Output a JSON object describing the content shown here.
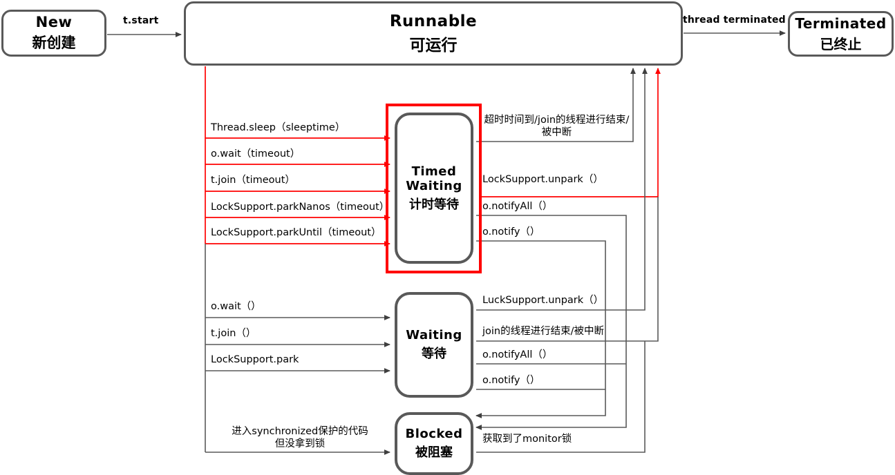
{
  "diagram": {
    "title": "Java Thread State Transition Diagram",
    "colors": {
      "node_border": "#595959",
      "line_black": "#595959",
      "line_red": "#ff0000",
      "highlight": "#ff0000",
      "background": "#ffffff",
      "text": "#000000"
    },
    "nodes": [
      {
        "id": "new",
        "en": "New",
        "zh": "新创建"
      },
      {
        "id": "runnable",
        "en": "Runnable",
        "zh": "可运行"
      },
      {
        "id": "terminated",
        "en": "Terminated",
        "zh": "已终止"
      },
      {
        "id": "timed",
        "en": "Timed Waiting",
        "en_line1": "Timed",
        "en_line2": "Waiting",
        "zh": "计时等待"
      },
      {
        "id": "waiting",
        "en": "Waiting",
        "zh": "等待"
      },
      {
        "id": "blocked",
        "en": "Blocked",
        "zh": "被阻塞"
      }
    ],
    "edge_labels": {
      "start": "t.start",
      "terminated": "thread terminated",
      "to_timed": [
        "Thread.sleep（sleeptime）",
        "o.wait（timeout）",
        "t.join（timeout）",
        "LockSupport.parkNanos（timeout）",
        "LockSupport.parkUntil（timeout）"
      ],
      "from_timed": [
        "超时时间到/join的线程进行结束/",
        "被中断",
        "LockSupport.unpark（）",
        "o.notifyAll（）",
        "o.notify（）"
      ],
      "from_timed_multiline_1": "超时时间到/join的线程进行结束/\n被中断",
      "to_waiting": [
        "o.wait（）",
        "t.join（）",
        "LockSupport.park"
      ],
      "from_waiting": [
        "LuckSupport.unpark（）",
        "join的线程进行结束/被中断",
        "o.notifyAll（）",
        "o.notify（）"
      ],
      "to_blocked_line1": "进入synchronized保护的代码",
      "to_blocked_line2": "但没拿到锁",
      "from_blocked": "获取到了monitor锁"
    }
  }
}
